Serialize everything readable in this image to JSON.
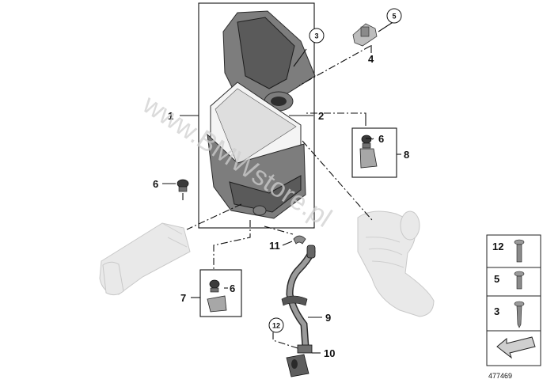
{
  "diagram_id": "477469",
  "watermark": "www.BMWstore.pl",
  "callouts": {
    "c1": "1",
    "c2": "2",
    "c3": "3",
    "c4": "4",
    "c5": "5",
    "c6a": "6",
    "c6b": "6",
    "c6c": "6",
    "c7": "7",
    "c8": "8",
    "c9": "9",
    "c10": "10",
    "c11": "11",
    "c12": "12"
  },
  "legend": {
    "items": [
      {
        "label": "12",
        "icon": "screw-icon"
      },
      {
        "label": "5",
        "icon": "bolt-icon"
      },
      {
        "label": "3",
        "icon": "screw-icon"
      }
    ],
    "arrow_icon": "direction-arrow-icon"
  }
}
